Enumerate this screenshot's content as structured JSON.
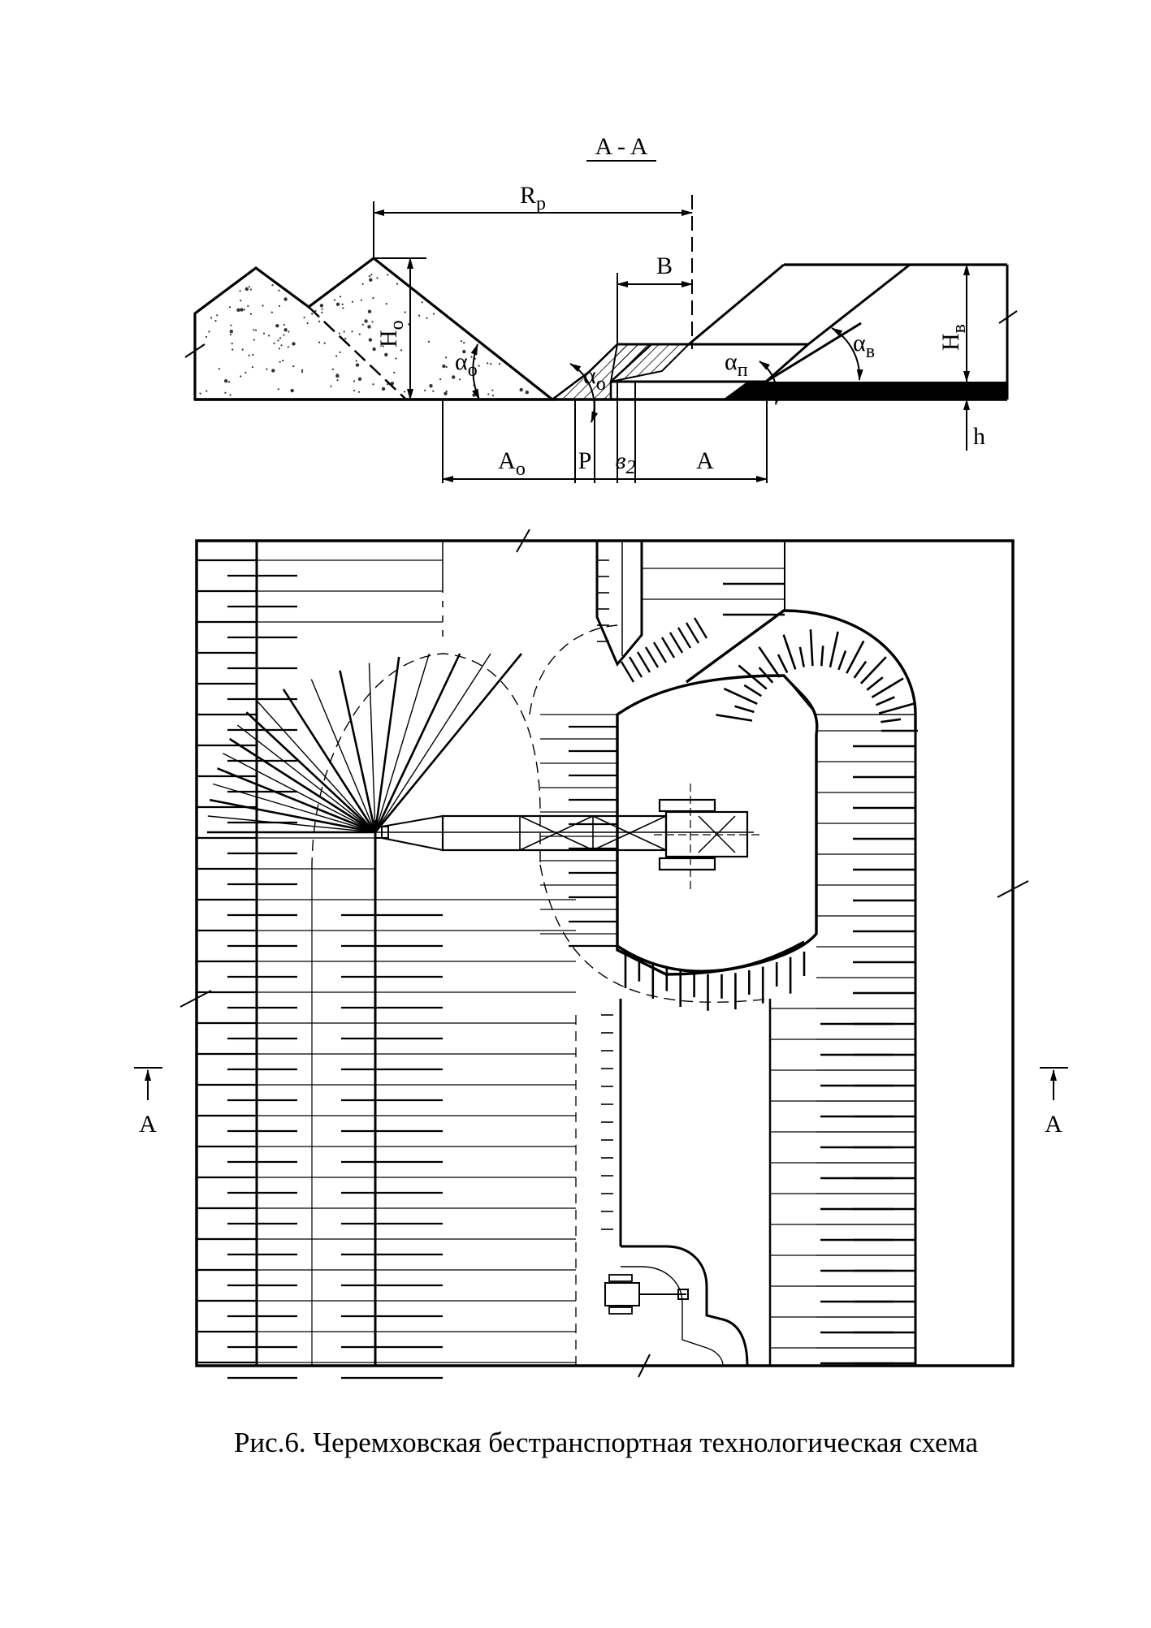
{
  "section": {
    "title": "A - A",
    "labels": {
      "rp_main": "R",
      "rp_sub": "p",
      "b": "B",
      "ho_main": "H",
      "ho_sub": "o",
      "hv_main": "H",
      "hv_sub": "в",
      "alpha_o_left_main": "α",
      "alpha_o_left_sub": "o",
      "alpha_o_right_main": "α",
      "alpha_o_right_sub": "o",
      "alpha_p_main": "α",
      "alpha_p_sub": "п",
      "alpha_v_main": "α",
      "alpha_v_sub": "в",
      "h": "h",
      "ao_main": "A",
      "ao_sub": "o",
      "p": "P",
      "v2_main": "в",
      "v2_sub": "2",
      "a": "A"
    }
  },
  "plan": {
    "section_marker_left": "A",
    "section_marker_right": "A"
  },
  "caption": "Рис.6. Черемховская бестранспортная технологическая схема",
  "colors": {
    "ink": "#000000",
    "paper": "#ffffff",
    "speckle": "#333333"
  }
}
